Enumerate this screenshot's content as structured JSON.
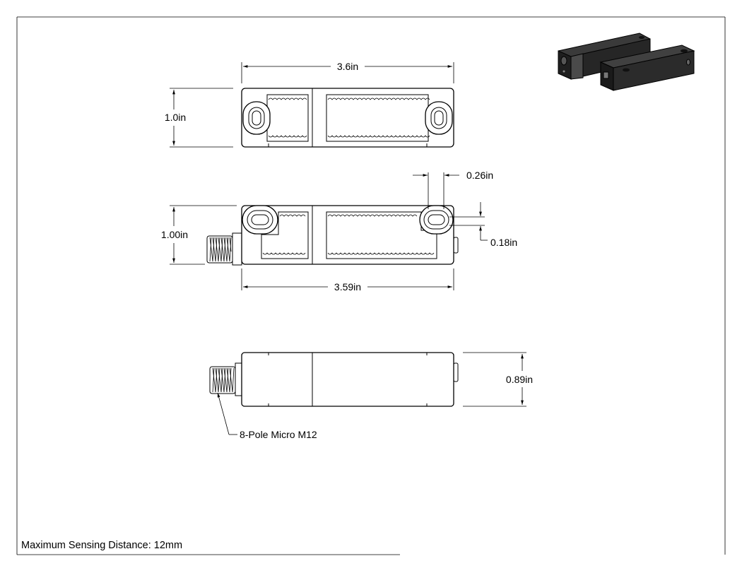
{
  "drawing": {
    "top_view": {
      "width_label": "3.6in",
      "height_label": "1.0in"
    },
    "front_view": {
      "height_label": "1.00in",
      "width_label": "3.59in",
      "hole_width_label": "0.26in",
      "hole_offset_label": "0.18in"
    },
    "side_view": {
      "height_label": "0.89in",
      "connector_label": "8-Pole Micro M12"
    },
    "note": "Maximum Sensing Distance: 12mm"
  }
}
